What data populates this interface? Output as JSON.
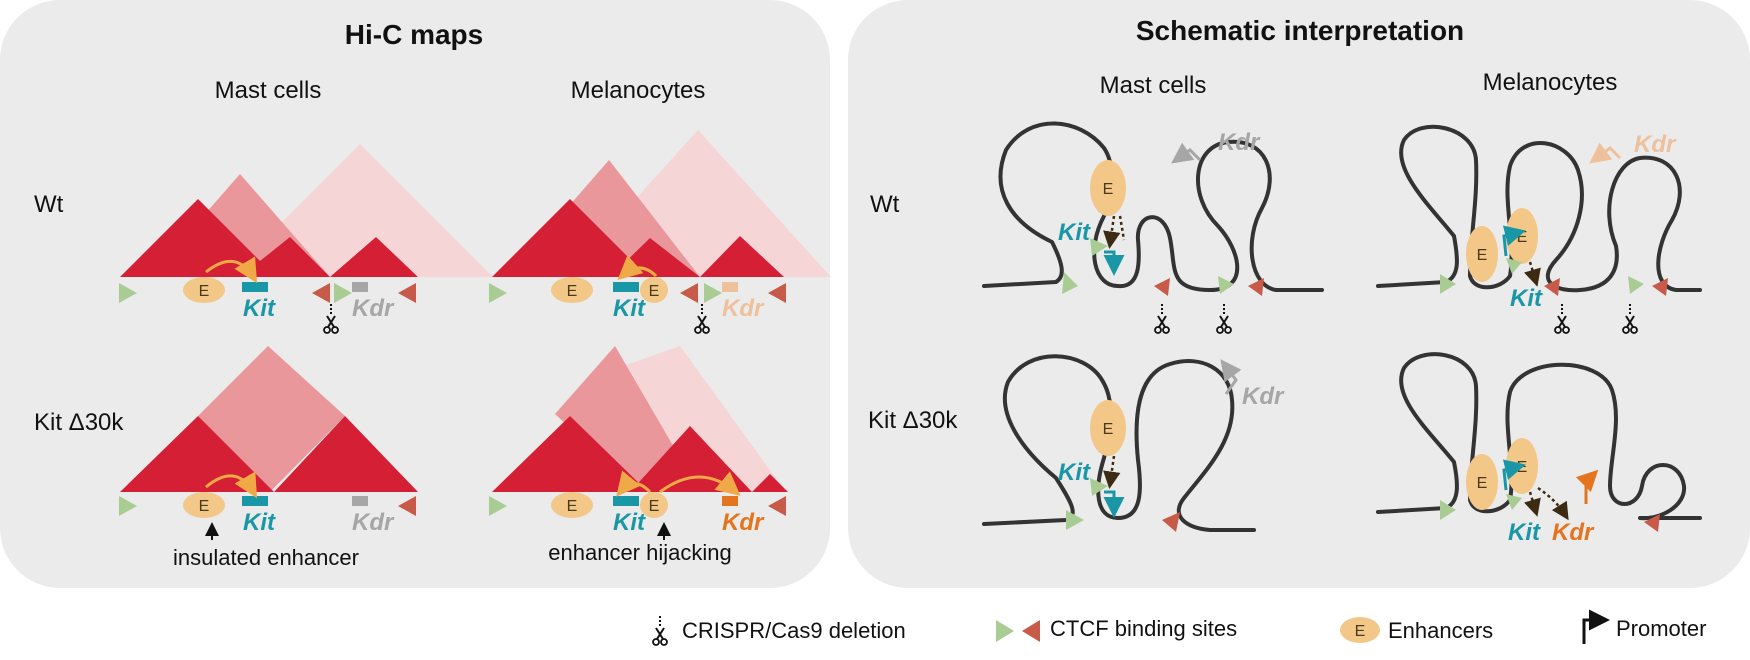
{
  "left_panel": {
    "title": "Hi-C maps",
    "col_mast": "Mast cells",
    "col_melano": "Melanocytes",
    "row_wt": "Wt",
    "row_kit": "Kit Δ30k",
    "note_insulated": "insulated enhancer",
    "note_hijack": "enhancer hijacking"
  },
  "right_panel": {
    "title": "Schematic interpretation",
    "col_mast": "Mast cells",
    "col_melano": "Melanocytes",
    "row_wt": "Wt",
    "row_kit": "Kit Δ30k"
  },
  "genes": {
    "kit": "Kit",
    "kdr": "Kdr",
    "enhancer": "E"
  },
  "legend": {
    "crispr": "CRISPR/Cas9 deletion",
    "ctcf": "CTCF binding sites",
    "enhancers": "Enhancers",
    "promoter": "Promoter"
  },
  "colors": {
    "panel_bg": "#ebebeb",
    "tad_dark": "#d41f35",
    "tad_mid": "#e9979b",
    "tad_light": "#f6d5d7",
    "kit_teal": "#1a97a6",
    "enhancer": "#f3c787",
    "ctcf_green": "#a9cc95",
    "ctcf_red": "#c75a48",
    "kdr_grey": "#a6a6a6",
    "kdr_peach": "#efc09c",
    "kdr_orange": "#e5741e"
  }
}
